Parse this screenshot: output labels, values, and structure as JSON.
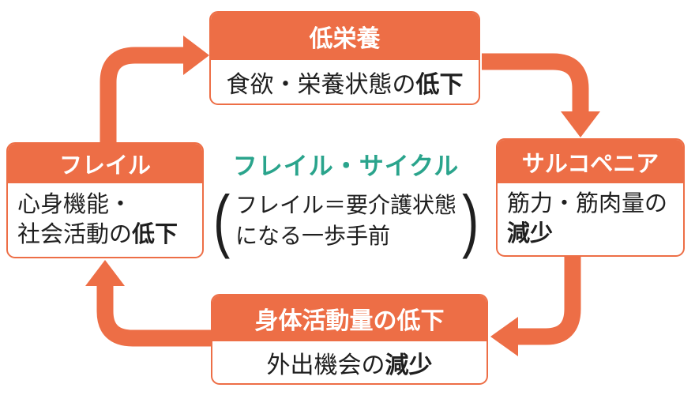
{
  "palette": {
    "orange": "#ED6E46",
    "teal": "#2AA48C",
    "ink": "#1F1F1F",
    "paper": "#FFFFFF"
  },
  "diagram": {
    "title": "フレイル・サイクル",
    "note": {
      "open": "(",
      "line1": "フレイル＝要介護状態",
      "line2": "になる一歩手前",
      "close": ")"
    },
    "boxes": {
      "top": {
        "header": "低栄養",
        "body_prefix": "食欲・栄養状態の",
        "body_bold": "低下"
      },
      "right": {
        "header": "サルコペニア",
        "line1": "筋力・筋肉量の",
        "line2_bold": "減少"
      },
      "bottom": {
        "header": "身体活動量の低下",
        "body_prefix": "外出機会の",
        "body_bold": "減少"
      },
      "left": {
        "header": "フレイル",
        "line1": "心身機能・",
        "line2_prefix": "社会活動の",
        "line2_bold": "低下"
      }
    },
    "arrows": [
      "arrow-frailty-to-malnutrition",
      "arrow-malnutrition-to-sarcopenia",
      "arrow-sarcopenia-to-activity-decline",
      "arrow-activity-decline-to-frailty"
    ]
  }
}
